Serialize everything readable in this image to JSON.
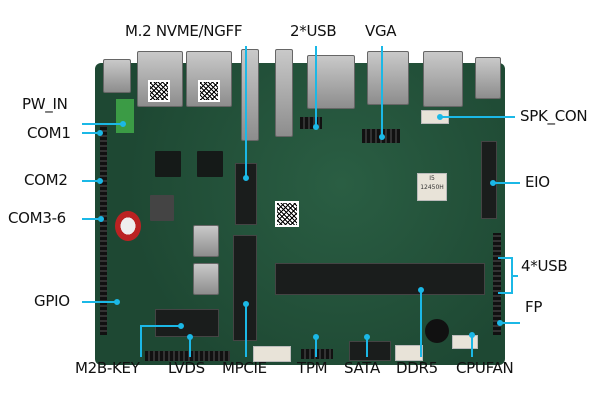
{
  "labels": {
    "m2_nvme": "M.2 NVME/NGFF",
    "usb2": "2*USB",
    "vga": "VGA",
    "pw_in": "PW_IN",
    "com1": "COM1",
    "com2": "COM2",
    "com3_6": "COM3-6",
    "gpio": "GPIO",
    "spk_con": "SPK_CON",
    "eio": "EIO",
    "usb4": "4*USB",
    "fp": "FP",
    "m2b_key": "M2B-KEY",
    "lvds": "LVDS",
    "mpcie": "MPCIE",
    "tpm": "TPM",
    "sata": "SATA",
    "ddr5": "DDR5",
    "cpufan": "CPUFAN"
  },
  "chip_marking": {
    "line1": "I5",
    "line2": "12450H"
  },
  "colors": {
    "callout": "#1bb8e6",
    "board": "#1f4d37"
  }
}
